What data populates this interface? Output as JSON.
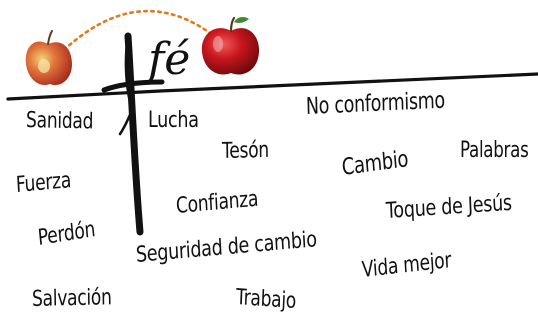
{
  "diagram": {
    "title": "fé",
    "words": {
      "sanidad": "Sanidad",
      "lucha": "Lucha",
      "no_conformismo": "No conformismo",
      "teson": "Tesón",
      "cambio": "Cambio",
      "palabras": "Palabras",
      "fuerza": "Fuerza",
      "confianza": "Confianza",
      "toque_de_jesus": "Toque de Jesús",
      "perdon": "Perdón",
      "seguridad_de_cambio": "Seguridad de cambio",
      "vida_mejor": "Vida mejor",
      "salvacion": "Salvación",
      "trabajo": "Trabajo"
    },
    "icons": {
      "apple_left": "small-apple-icon",
      "apple_right": "red-apple-icon",
      "arc": "dotted-arc",
      "cross": "cross-icon"
    },
    "colors": {
      "ink": "#111111",
      "dotted_arc": "#e07a1f",
      "apple_red": "#c8161d",
      "apple_dark": "#8e0c12"
    }
  }
}
